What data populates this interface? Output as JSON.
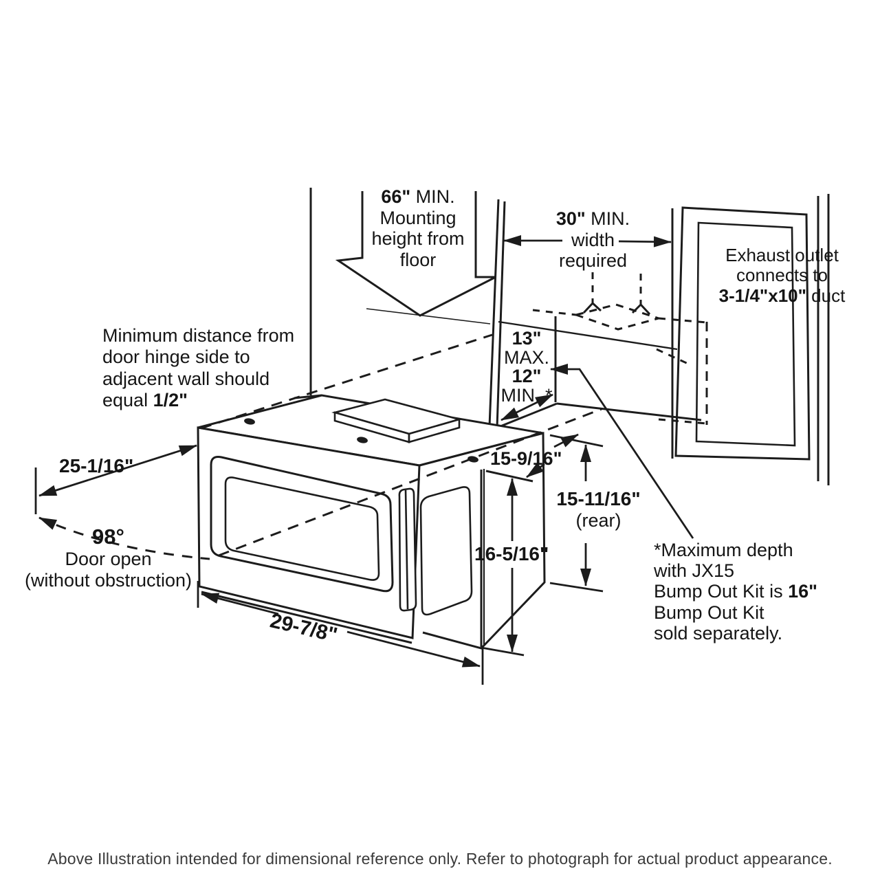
{
  "page": {
    "background": "#ffffff",
    "ink": "#1c1c1c"
  },
  "caption": "Above Illustration intended for dimensional reference only. Refer to photograph for actual product appearance.",
  "labels": {
    "mounting_height": {
      "value": "66\"",
      "suffix": " MIN.",
      "line2": "Mounting",
      "line3": "height from",
      "line4": "floor"
    },
    "width_required": {
      "value": "30\"",
      "suffix": " MIN.",
      "line2": "width",
      "line3": "required"
    },
    "exhaust_outlet": {
      "line1": "Exhaust outlet",
      "line2": "connects to",
      "duct_size": "3-1/4\"x10\"",
      "duct_suffix": " duct"
    },
    "recess_depth": {
      "max_value": "13\"",
      "max_label": "MAX.",
      "min_value": "12\"",
      "min_label": "MIN. *"
    },
    "hinge_clearance": {
      "line1": "Minimum distance from",
      "line2": "door hinge side to",
      "line3": "adjacent wall should",
      "line4_prefix": "equal ",
      "line4_value": "1/2\""
    },
    "door_projection": "25-1/16\"",
    "door_open": {
      "angle": "98°",
      "line2": "Door open",
      "line3": "(without obstruction)"
    },
    "height_front": "15-9/16\"",
    "height_rear": {
      "value": "15-11/16\"",
      "qualifier": "(rear)"
    },
    "height_overall": "16-5/16\"",
    "width_overall": "29-7/8\"",
    "depth_note": {
      "line1": "*Maximum depth",
      "line2": "with JX15",
      "line3_prefix": "Bump Out Kit is ",
      "line3_value": "16\"",
      "line4": "Bump Out Kit",
      "line5": "sold separately."
    }
  }
}
